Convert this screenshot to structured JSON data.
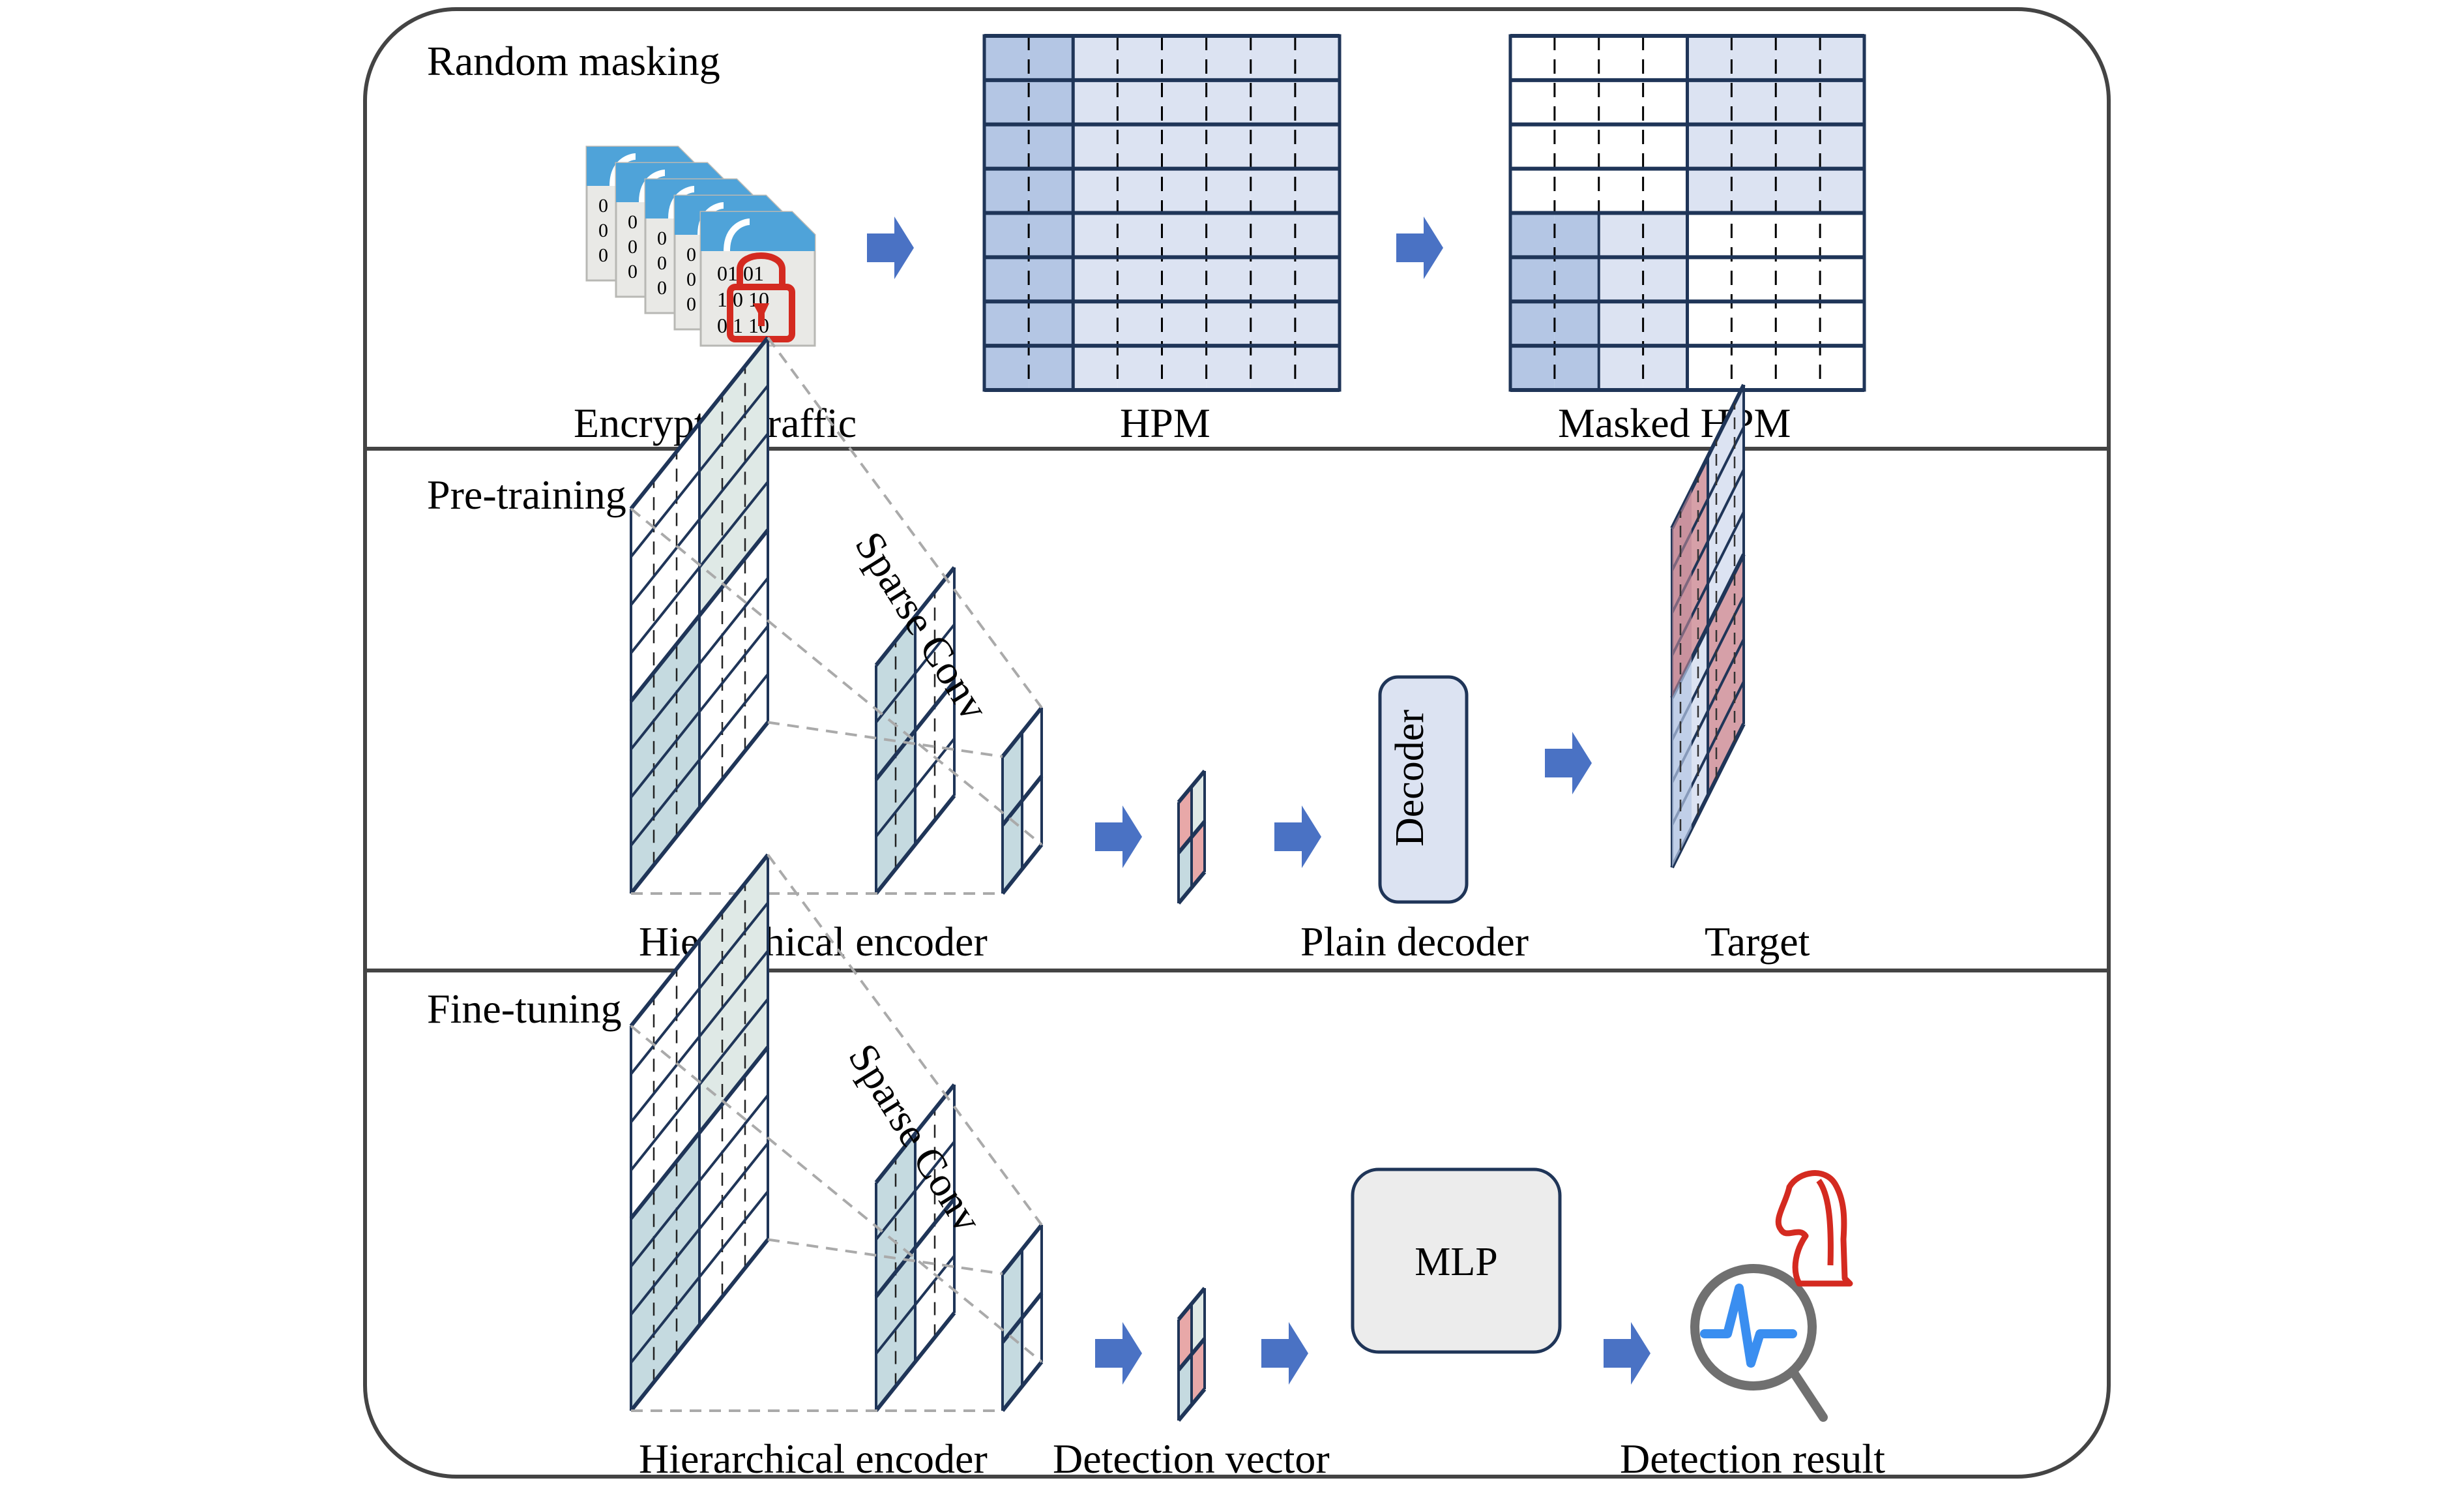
{
  "sections": {
    "masking": {
      "title": "Random masking",
      "encrypted_traffic_label": "Encrypted traffic",
      "hpm_label": "HPM",
      "masked_hpm_label": "Masked HPM",
      "file_bits": [
        "0",
        "0",
        "0"
      ],
      "lock_bits": [
        "01 01",
        "1 0 10",
        "0 1 10"
      ]
    },
    "pretraining": {
      "title": "Pre-training",
      "sparse_conv_label": "Sparse Conv",
      "encoder_label": "Hierarchical encoder",
      "decoder_box_label": "Decoder",
      "decoder_label": "Plain decoder",
      "target_label": "Target"
    },
    "finetuning": {
      "title": "Fine-tuning",
      "sparse_conv_label": "Sparse Conv",
      "encoder_label": "Hierarchical encoder",
      "vector_label": "Detection vector",
      "mlp_label": "MLP",
      "result_label": "Detection result"
    }
  },
  "colors": {
    "frame": "#444444",
    "grid_line": "#1f3558",
    "hpm_dark": "#b4c6e4",
    "hpm_light": "#dce3f2",
    "teal_dark": "#c5dae0",
    "teal_light": "#dfe9e6",
    "target_red_dark": "#c08898",
    "target_red": "#d6a0a8",
    "vector_red": "#e8a8a8",
    "arrow": "#4a72c4",
    "decoder_fill": "#dce3f2",
    "mlp_fill": "#ececec",
    "alert_red": "#d42a20",
    "signal_blue": "#3a8ef0",
    "lens_gray": "#707070"
  }
}
